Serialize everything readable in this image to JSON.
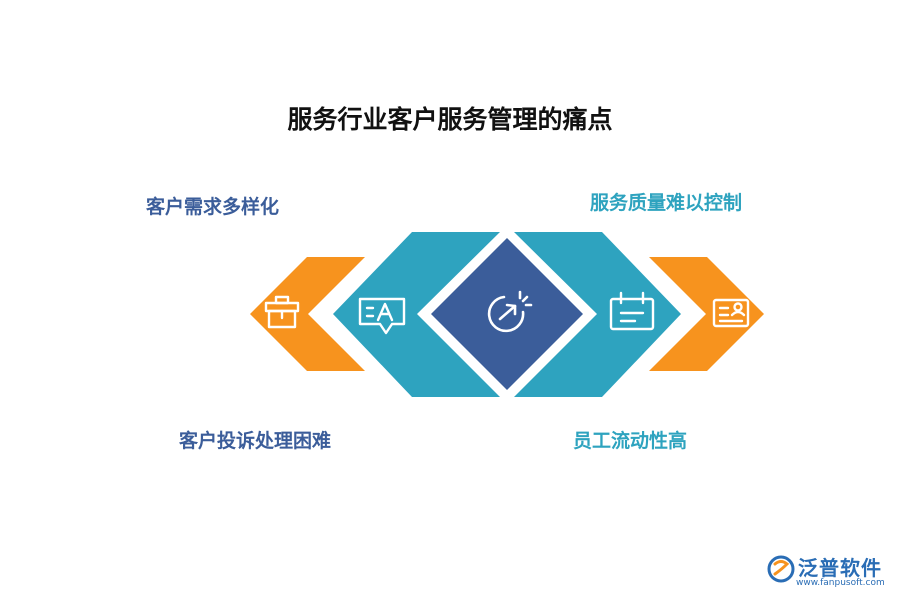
{
  "title": "服务行业客户服务管理的痛点",
  "pain_points": [
    {
      "label": "客户需求多样化",
      "color": "#3b5d9a",
      "icon": "box-icon"
    },
    {
      "label": "服务质量难以控制",
      "color": "#2ea3bf",
      "icon": "calendar-icon"
    },
    {
      "label": "客户投诉处理困难",
      "color": "#3b5d9a",
      "icon": "translate-chat-icon"
    },
    {
      "label": "员工流动性高",
      "color": "#2ea3bf",
      "icon": "id-card-icon"
    }
  ],
  "center_icon": "refresh-arrow-icon",
  "colors": {
    "orange": "#f7931e",
    "teal": "#2ea3bf",
    "navy": "#3b5d9a",
    "title": "#111111"
  },
  "watermark": {
    "name": "泛普软件",
    "url": "www.fanpusoft.com",
    "color": "#2a6db5"
  }
}
